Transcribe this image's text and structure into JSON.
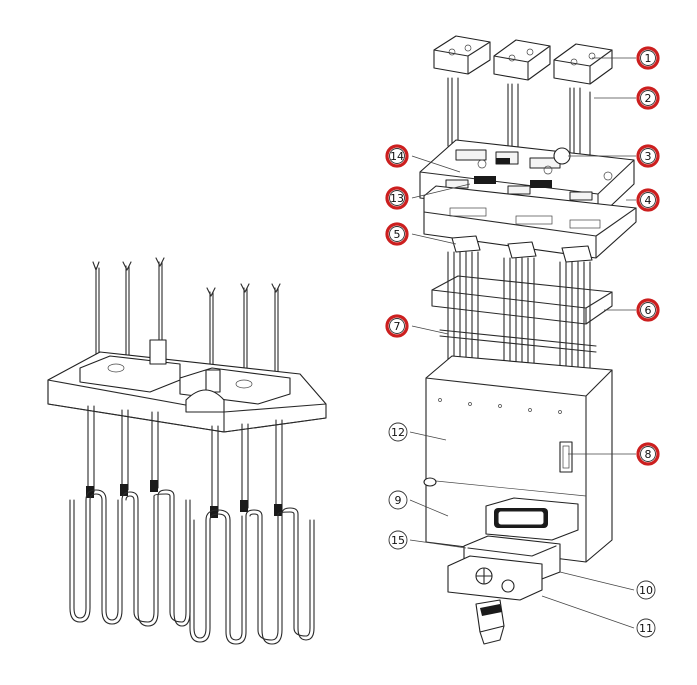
{
  "colors": {
    "line": "#2a2a2a",
    "highlight": "#cc1f1f",
    "background": "#ffffff"
  },
  "callouts": [
    {
      "id": "c1",
      "label": "1",
      "highlighted": true
    },
    {
      "id": "c2",
      "label": "2",
      "highlighted": true
    },
    {
      "id": "c3",
      "label": "3",
      "highlighted": true
    },
    {
      "id": "c4",
      "label": "4",
      "highlighted": true
    },
    {
      "id": "c5",
      "label": "5",
      "highlighted": true
    },
    {
      "id": "c6",
      "label": "6",
      "highlighted": true
    },
    {
      "id": "c7",
      "label": "7",
      "highlighted": true
    },
    {
      "id": "c8",
      "label": "8",
      "highlighted": true
    },
    {
      "id": "c9",
      "label": "9",
      "highlighted": false
    },
    {
      "id": "c10",
      "label": "10",
      "highlighted": false
    },
    {
      "id": "c11",
      "label": "11",
      "highlighted": false
    },
    {
      "id": "c12",
      "label": "12",
      "highlighted": false
    },
    {
      "id": "c13",
      "label": "13",
      "highlighted": true
    },
    {
      "id": "c14",
      "label": "14",
      "highlighted": true
    },
    {
      "id": "c15",
      "label": "15",
      "highlighted": false
    }
  ]
}
